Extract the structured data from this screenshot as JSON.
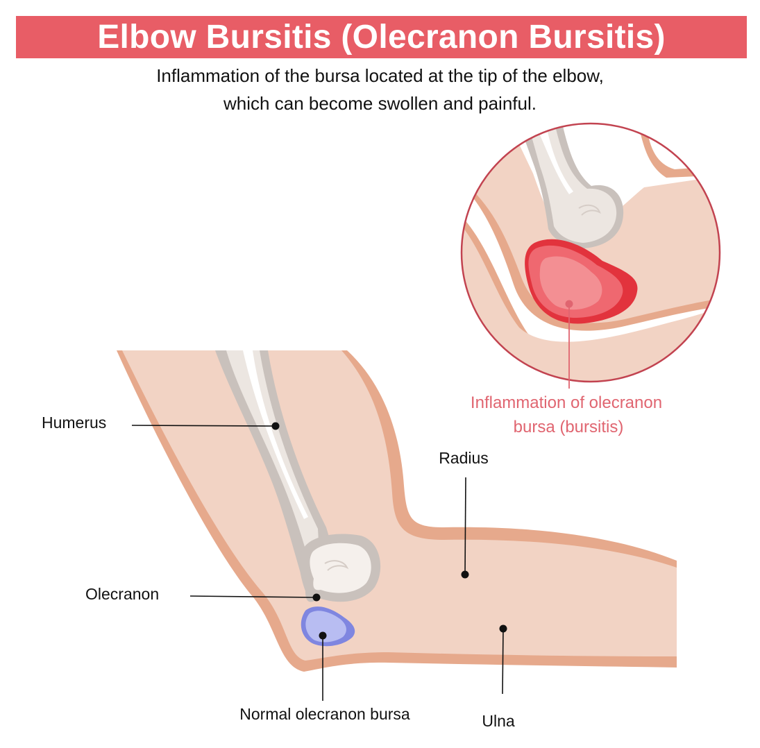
{
  "title": "Elbow Bursitis (Olecranon Bursitis)",
  "subtitle_lines": [
    "Inflammation of the bursa located at the tip of the elbow,",
    "which can become swollen and painful."
  ],
  "labels": {
    "humerus": "Humerus",
    "olecranon": "Olecranon",
    "normal_bursa": "Normal olecranon bursa",
    "radius": "Radius",
    "ulna": "Ulna",
    "inflamed_line1": "Inflammation of olecranon",
    "inflamed_line2": "bursa (bursitis)"
  },
  "colors": {
    "banner": "#e85d66",
    "skin_fill": "#f2d3c4",
    "skin_outline": "#e6a98c",
    "bone_outline": "#c9c1bc",
    "normal_bursa": "#7f86e0",
    "inflamed_bursa": "#e2333d",
    "inset_ring": "#c24350",
    "callout_red": "#e06570"
  }
}
